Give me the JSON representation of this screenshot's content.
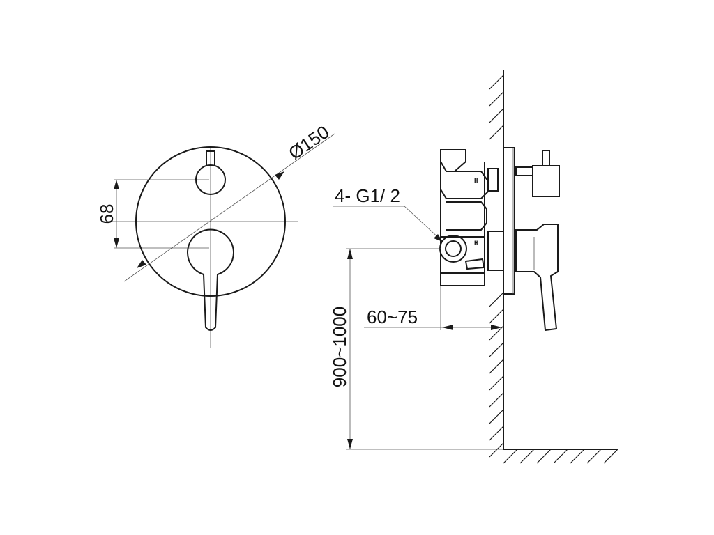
{
  "dimensions": {
    "diameter": "Ø150",
    "handle_spacing": "68",
    "connection": "4- G1/ 2",
    "depth": "60~75",
    "height": "900~1000"
  },
  "valve_marks": {
    "upper": "H",
    "lower": "H"
  }
}
